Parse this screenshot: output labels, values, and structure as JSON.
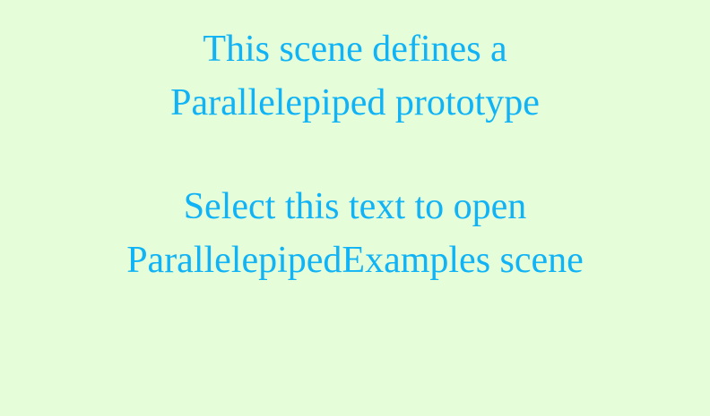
{
  "scene": {
    "background_color": "#e6fdd9",
    "text_color": "#10b3f5",
    "description_lines": [
      "This scene defines a",
      "Parallelepiped prototype"
    ],
    "link_lines": [
      "Select this text to open",
      "ParallelepipedExamples scene"
    ]
  }
}
